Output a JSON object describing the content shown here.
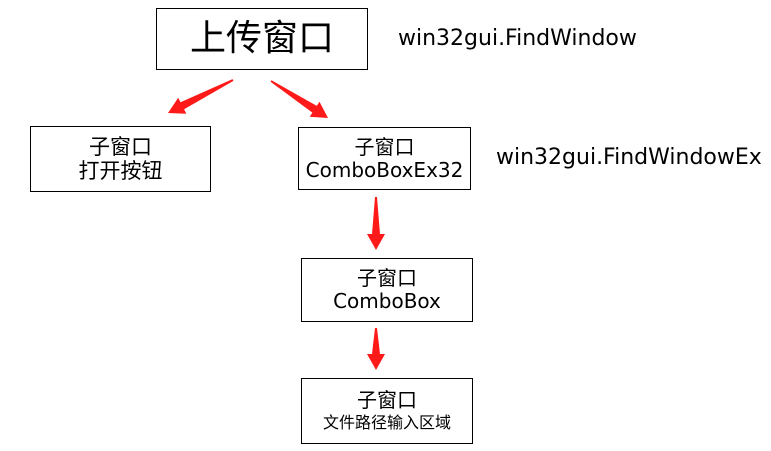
{
  "diagram": {
    "nodes": [
      {
        "id": "upload-window",
        "lines": [
          "上传窗口"
        ]
      },
      {
        "id": "open-button-child",
        "lines": [
          "子窗口",
          "打开按钮"
        ]
      },
      {
        "id": "comboboxex32-child",
        "lines": [
          "子窗口",
          "ComboBoxEx32"
        ]
      },
      {
        "id": "combobox-child",
        "lines": [
          "子窗口",
          "ComboBox"
        ]
      },
      {
        "id": "file-path-input-child",
        "lines": [
          "子窗口",
          "文件路径输入区域"
        ]
      }
    ],
    "annotations": [
      {
        "id": "findwindow",
        "text": "win32gui.FindWindow"
      },
      {
        "id": "findwindowex",
        "text": "win32gui.FindWindowEx"
      }
    ],
    "edges": [
      {
        "from": "upload-window",
        "to": "open-button-child"
      },
      {
        "from": "upload-window",
        "to": "comboboxex32-child"
      },
      {
        "from": "comboboxex32-child",
        "to": "combobox-child"
      },
      {
        "from": "combobox-child",
        "to": "file-path-input-child"
      }
    ],
    "colors": {
      "arrow": "#ff1a1a",
      "border": "#000000",
      "text": "#000000"
    }
  }
}
